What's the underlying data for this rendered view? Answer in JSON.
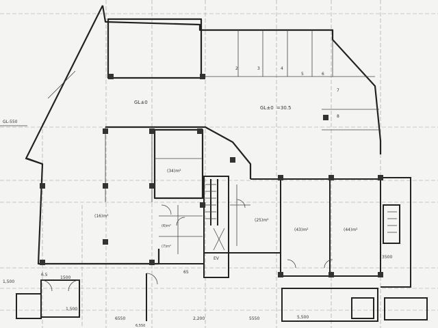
{
  "labels": {
    "gl_main": "GL±0",
    "gl_right": "GL±0",
    "gl_left": "GL-550",
    "room_right_note": "=30.5",
    "d_3500_right": "3500",
    "d_1500_left": "1,500",
    "d_5550": "5550",
    "d_6550": "6550",
    "d_2200": "2,200",
    "d_5500": "5,500",
    "d_1500_top": "1500",
    "d_1500_bot": "1,500",
    "d_6550b": "6,550",
    "ev": "EV",
    "area_1": "(16)m²",
    "area_2": "(34)m²",
    "area_3": "(43)m²",
    "area_4": "(44)m²",
    "area_5": "(25)m²",
    "area_6": "(6)m²",
    "area_7": "(7)m²",
    "lev_1": "65",
    "lev_2": "6.5",
    "park_2": "2",
    "park_3": "3",
    "park_4": "4",
    "park_5": "5",
    "park_6": "6",
    "park_7": "7",
    "park_8": "8"
  }
}
